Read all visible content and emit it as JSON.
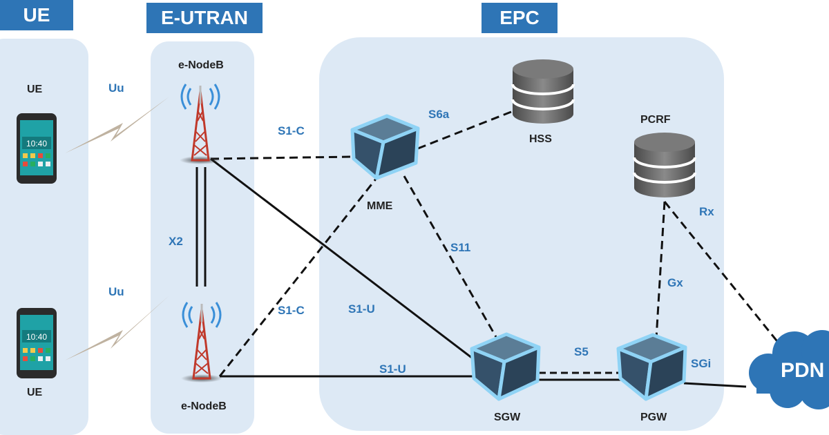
{
  "headers": {
    "ue": "UE",
    "eutran": "E-UTRAN",
    "epc": "EPC"
  },
  "nodes": {
    "ue_top": "UE",
    "ue_bottom": "UE",
    "enodeb_top": "e-NodeB",
    "enodeb_bottom": "e-NodeB",
    "mme": "MME",
    "hss": "HSS",
    "pcrf": "PCRF",
    "sgw": "SGW",
    "pgw": "PGW",
    "pdn": "PDN"
  },
  "interfaces": {
    "uu_top": "Uu",
    "uu_bottom": "Uu",
    "x2": "X2",
    "s1c_top": "S1-C",
    "s1c_bottom": "S1-C",
    "s1u_mid": "S1-U",
    "s1u_bottom": "S1-U",
    "s6a": "S6a",
    "s11": "S11",
    "s5": "S5",
    "gx": "Gx",
    "rx": "Rx",
    "sgi": "SGi"
  },
  "phone_time": "10:40",
  "colors": {
    "header": "#2e75b6",
    "panel": "#dde9f5",
    "interface_label": "#2e75b6",
    "cube": "#3f5f78",
    "cube_edge": "#8fd3f5",
    "database": "#606060",
    "tower": "#c0392b",
    "signal": "#3a8fd8",
    "lightning": "#bfb2a0",
    "cloud": "#2e75b6"
  }
}
